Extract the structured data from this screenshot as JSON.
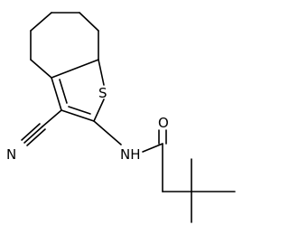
{
  "molecule": {
    "atom_labels": {
      "sulfur": "S",
      "nitrile_nitrogen": "N",
      "amide_nh": "NH",
      "carbonyl_oxygen": "O"
    },
    "colors": {
      "bond": "#000000",
      "label": "#000000",
      "background": "#ffffff"
    }
  }
}
